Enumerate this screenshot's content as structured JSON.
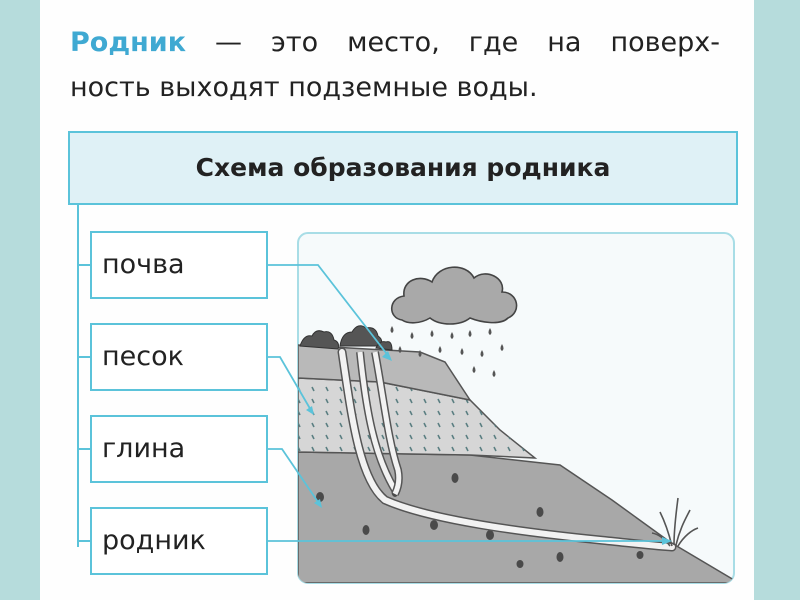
{
  "intro": {
    "term": "Родник",
    "line1_rest": " — это место, где на поверх-",
    "line2": "ность выходят подземные воды."
  },
  "scheme": {
    "title": "Схема образования родника",
    "labels": [
      "почва",
      "песок",
      "глина",
      "родник"
    ]
  },
  "colors": {
    "accent": "#5bc3da",
    "term": "#3fa9d2",
    "title_fill": "#dff1f6",
    "background": "#b6dcdc"
  },
  "icons": [
    "rain-cloud-icon",
    "raindrop-icon",
    "bush-icon",
    "spring-splash-icon"
  ]
}
